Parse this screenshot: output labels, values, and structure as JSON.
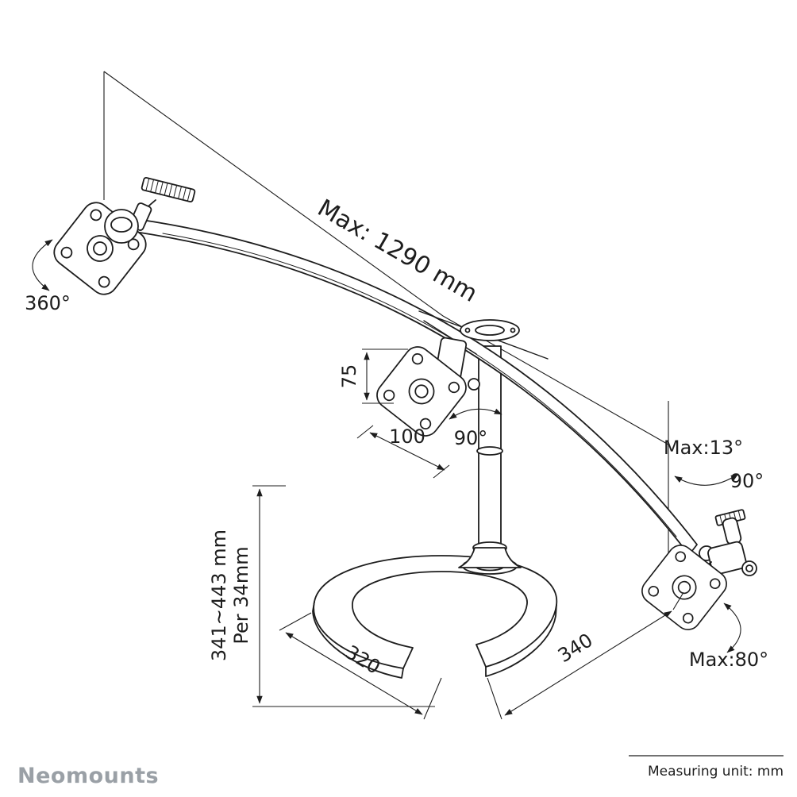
{
  "colors": {
    "line": "#1d1d1d",
    "brand_gray": "#9aa0a6"
  },
  "drawing": {
    "labels": {
      "max_extension": "Max: 1290 mm",
      "left_rotation": "360°",
      "vesa_vertical": "75",
      "vesa_horizontal": "100",
      "center_tilt": "90°",
      "right_max_tilt": "Max:13°",
      "right_rotation": "90°",
      "height_range": "341~443 mm",
      "height_step": "Per 34mm",
      "base_depth": "320",
      "base_width": "340",
      "right_max_swivel": "Max:80°"
    }
  },
  "footer": {
    "brand": "Neomounts",
    "measuring_unit": "Measuring unit: mm"
  }
}
